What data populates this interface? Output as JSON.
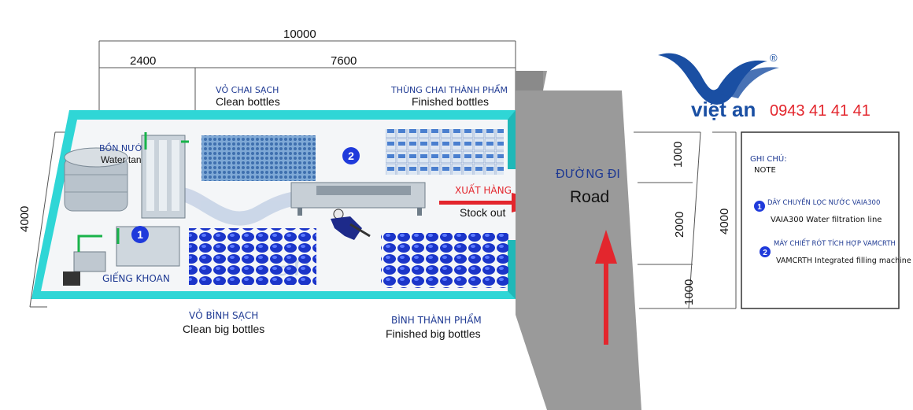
{
  "dimensions": {
    "total_width": "10000",
    "left_width": "2400",
    "right_width": "7600",
    "depth": "4000",
    "road_top": "1000",
    "road_mid": "2000",
    "road_bottom": "1000",
    "road_total": "4000"
  },
  "labels": {
    "clean_bottles_vn": "VỎ CHAI SẠCH",
    "clean_bottles_en": "Clean bottles",
    "finished_bottles_vn": "THÙNG CHAI THÀNH PHẨM",
    "finished_bottles_en": "Finished bottles",
    "water_tank_vn": "BỒN NƯỚC",
    "water_tank_en": "Water tank",
    "well_vn": "GIẾNG KHOAN",
    "clean_big_vn": "VỎ BÌNH SẠCH",
    "clean_big_en": "Clean big bottles",
    "finished_big_vn": "BÌNH THÀNH PHẨM",
    "finished_big_en": "Finished big bottles",
    "stock_out_vn": "XUẤT HÀNG",
    "stock_out_en": "Stock out",
    "road_vn": "ĐƯỜNG ĐI",
    "road_en": "Road",
    "marker_1": "1",
    "marker_2": "2"
  },
  "brand": {
    "name": "việt an",
    "registered": "®",
    "phone": "0943 41 41 41",
    "blue": "#1a4fa3",
    "red": "#e3262d"
  },
  "legend": {
    "title_vn": "GHI CHÚ:",
    "title_en": "NOTE",
    "items": [
      {
        "num": "1",
        "vn": "DÂY CHUYỀN LỌC NƯỚC VAIA300",
        "en": "VAIA300 Water filtration line"
      },
      {
        "num": "2",
        "vn": "MÁY CHIẾT RÓT TÍCH HỢP VAMCRTH",
        "en": "VAMCRTH Integrated filling machine"
      }
    ]
  },
  "colors": {
    "wall": "#2fd6d6",
    "floor": "#f4f6f8",
    "road": "#9a9a9a",
    "arrow": "#e3262d",
    "bottle": "#1b35c9"
  }
}
